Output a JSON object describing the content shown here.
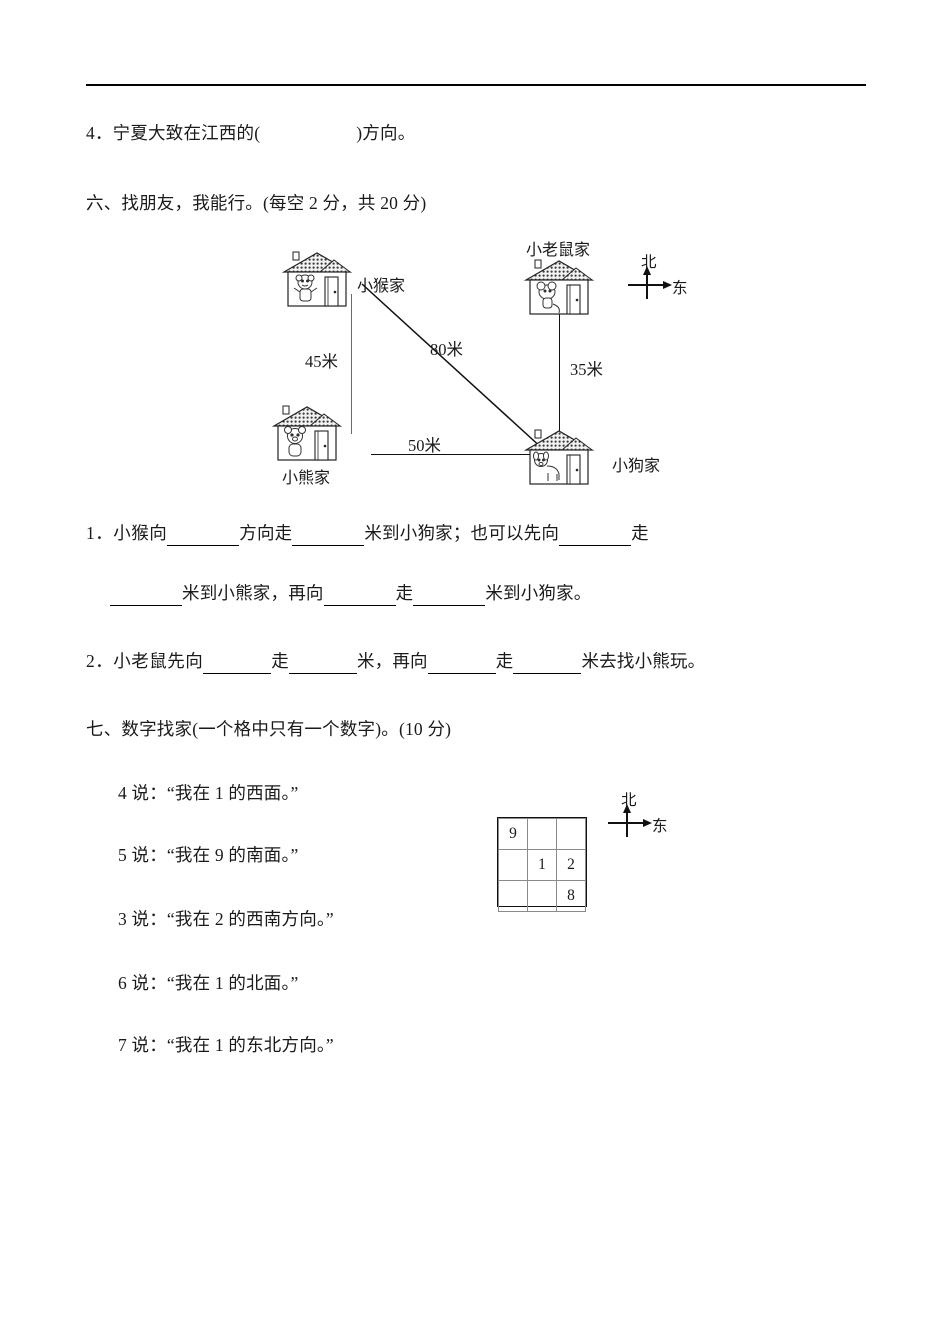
{
  "page": {
    "top_rule": true
  },
  "q4": {
    "text_before": "4．宁夏大致在江西的(",
    "text_after": ")方向。"
  },
  "section_six": {
    "heading": "六、找朋友，我能行。(每空 2 分，共 20 分)"
  },
  "diagram": {
    "houses": [
      {
        "id": "monkey",
        "label": "小猴家",
        "animal": "monkey"
      },
      {
        "id": "mouse",
        "label": "小老鼠家",
        "animal": "mouse"
      },
      {
        "id": "bear",
        "label": "小熊家",
        "animal": "bear"
      },
      {
        "id": "dog",
        "label": "小狗家",
        "animal": "dog"
      }
    ],
    "distances": {
      "monkey_bear": "45米",
      "monkey_dog": "80米",
      "mouse_dog": "35米",
      "bear_dog": "50米"
    },
    "compass": {
      "north": "北",
      "east": "东"
    }
  },
  "section_six_questions": {
    "q1_line1_parts": {
      "p1": "1．小猴向",
      "p2": "方向走",
      "p3": "米到小狗家；也可以先向",
      "p4": "走"
    },
    "q1_line2_parts": {
      "p1": "米到小熊家，再向",
      "p2": "走",
      "p3": "米到小狗家。"
    },
    "q2_parts": {
      "p1": "2．小老鼠先向",
      "p2": "走",
      "p3": "米，再向",
      "p4": "走",
      "p5": "米去找小熊玩。"
    }
  },
  "section_seven": {
    "heading": "七、数字找家(一个格中只有一个数字)。(10 分)",
    "statements": [
      "4 说：“我在 1 的西面。”",
      "5 说：“我在 9 的南面。”",
      "3 说：“我在 2 的西南方向。”",
      "6 说：“我在 1 的北面。”",
      "7 说：“我在 1 的东北方向。”"
    ],
    "grid": {
      "rows": [
        [
          "9",
          "",
          ""
        ],
        [
          "",
          "1",
          "2"
        ],
        [
          "",
          "",
          "8"
        ]
      ]
    },
    "compass": {
      "north": "北",
      "east": "东"
    }
  }
}
